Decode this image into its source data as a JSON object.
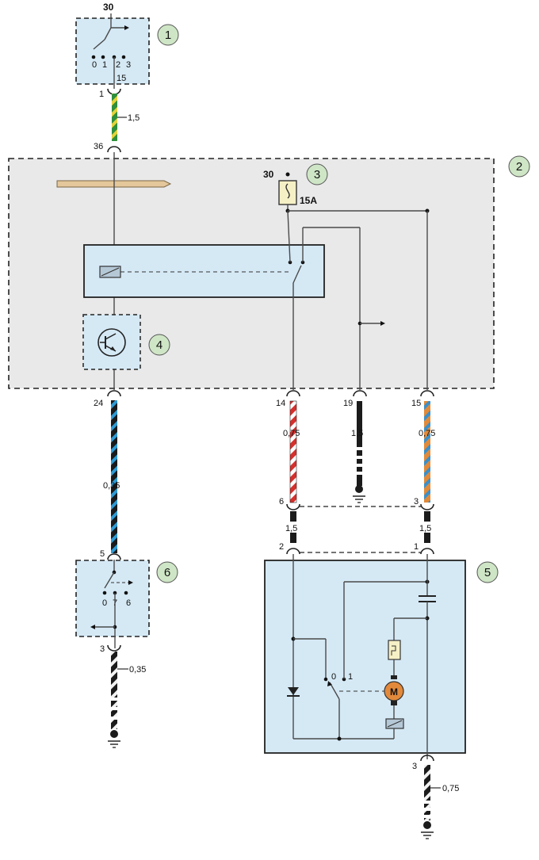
{
  "callouts": {
    "c1": "1",
    "c2": "2",
    "c3": "3",
    "c4": "4",
    "c5": "5",
    "c6": "6"
  },
  "ignition_switch": {
    "terminal_top": "30",
    "pos0": "0",
    "pos1": "1",
    "pos2": "2",
    "pos3": "3",
    "terminal_bottom": "15"
  },
  "fuse": {
    "terminal": "30",
    "rating": "15A"
  },
  "motor": {
    "symbol": "M"
  },
  "switch5": {
    "pos0": "0",
    "pos1": "1"
  },
  "switch6": {
    "pos0": "0",
    "pos7": "7",
    "pos6": "6"
  },
  "pins": {
    "p1": "1",
    "p36": "36",
    "p24": "24",
    "p14": "14",
    "p19": "19",
    "p15": "15",
    "p6": "6",
    "p3a": "3",
    "p2": "2",
    "p1b": "1",
    "p5": "5",
    "p3b": "3",
    "p3c": "3"
  },
  "wires": {
    "w1": "1,5",
    "w24": "0,35",
    "w14": "0,75",
    "w19": "1,5",
    "w15": "0,75",
    "w6": "1,5",
    "w3": "1,5",
    "w6sw": "0,35",
    "w5gnd": "0,75"
  },
  "colors": {
    "module_fill": "#d5e9f5",
    "unit_fill": "#e9e9ea",
    "callout_fill": "#cfe6c6",
    "motor_fill": "#e2893b",
    "fuse_fill": "#f6f0c6",
    "arrow_fill": "#e4c79a"
  }
}
